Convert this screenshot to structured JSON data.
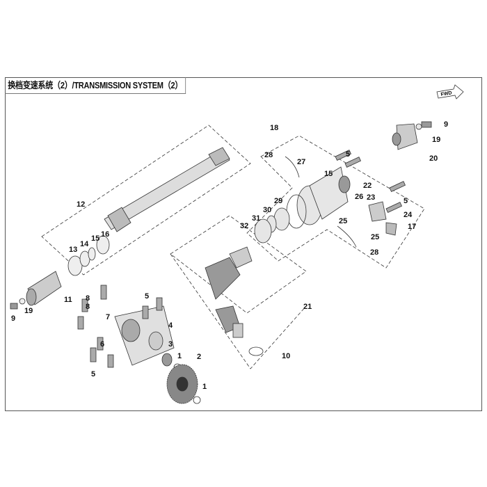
{
  "title": "换档变速系统（2）/TRANSMISSION SYSTEM（2）",
  "fwd_badge": "FWD",
  "callouts": [
    "18",
    "28",
    "27",
    "5",
    "15",
    "22",
    "9",
    "19",
    "20",
    "29",
    "30",
    "31",
    "32",
    "26",
    "23",
    "5",
    "24",
    "25",
    "25",
    "17",
    "28",
    "12",
    "16",
    "15",
    "14",
    "13",
    "11",
    "19",
    "9",
    "8",
    "8",
    "7",
    "5",
    "4",
    "6",
    "3",
    "5",
    "1",
    "2",
    "1",
    "21",
    "10"
  ]
}
